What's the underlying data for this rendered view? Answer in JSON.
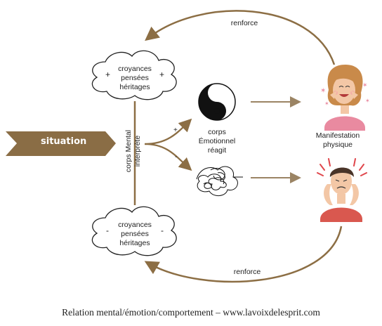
{
  "colors": {
    "accent": "#8c6e44",
    "arrow_light": "#a08a68",
    "situation_fill": "#8a6d45",
    "skin": "#f3c7a6",
    "woman_shirt": "#e98aa0",
    "man_shirt": "#d9584f",
    "stress_red": "#e0474c"
  },
  "situation": {
    "label": "situation",
    "icon": "tag-arrow-icon"
  },
  "top_cloud": {
    "line1": "croyances",
    "line2": "pensées",
    "line3": "héritages",
    "sign_left": "+",
    "sign_right": "+"
  },
  "bottom_cloud": {
    "line1": "croyances",
    "line2": "pensées",
    "line3": "héritages",
    "sign_left": "-",
    "sign_right": "-"
  },
  "vertical": {
    "line1": "corps Mental",
    "line2": "interprète"
  },
  "fork": {
    "plus": "+",
    "minus": "-"
  },
  "body_label": {
    "line1": "corps",
    "line2": "Émotionnel",
    "line3": "réagit"
  },
  "top_arrow_label": "renforce",
  "bottom_arrow_label": "renforce",
  "manifestation": {
    "line1": "Manifestation",
    "line2": "physique"
  },
  "icons": {
    "top_symbol": "yin-yang-icon",
    "bottom_symbol": "tangled-scribble-icon",
    "happy_person": "happy-woman-icon",
    "stressed_person": "stressed-man-icon"
  },
  "caption": "Relation mental/émotion/comportement – www.lavoixdelesprit.com"
}
